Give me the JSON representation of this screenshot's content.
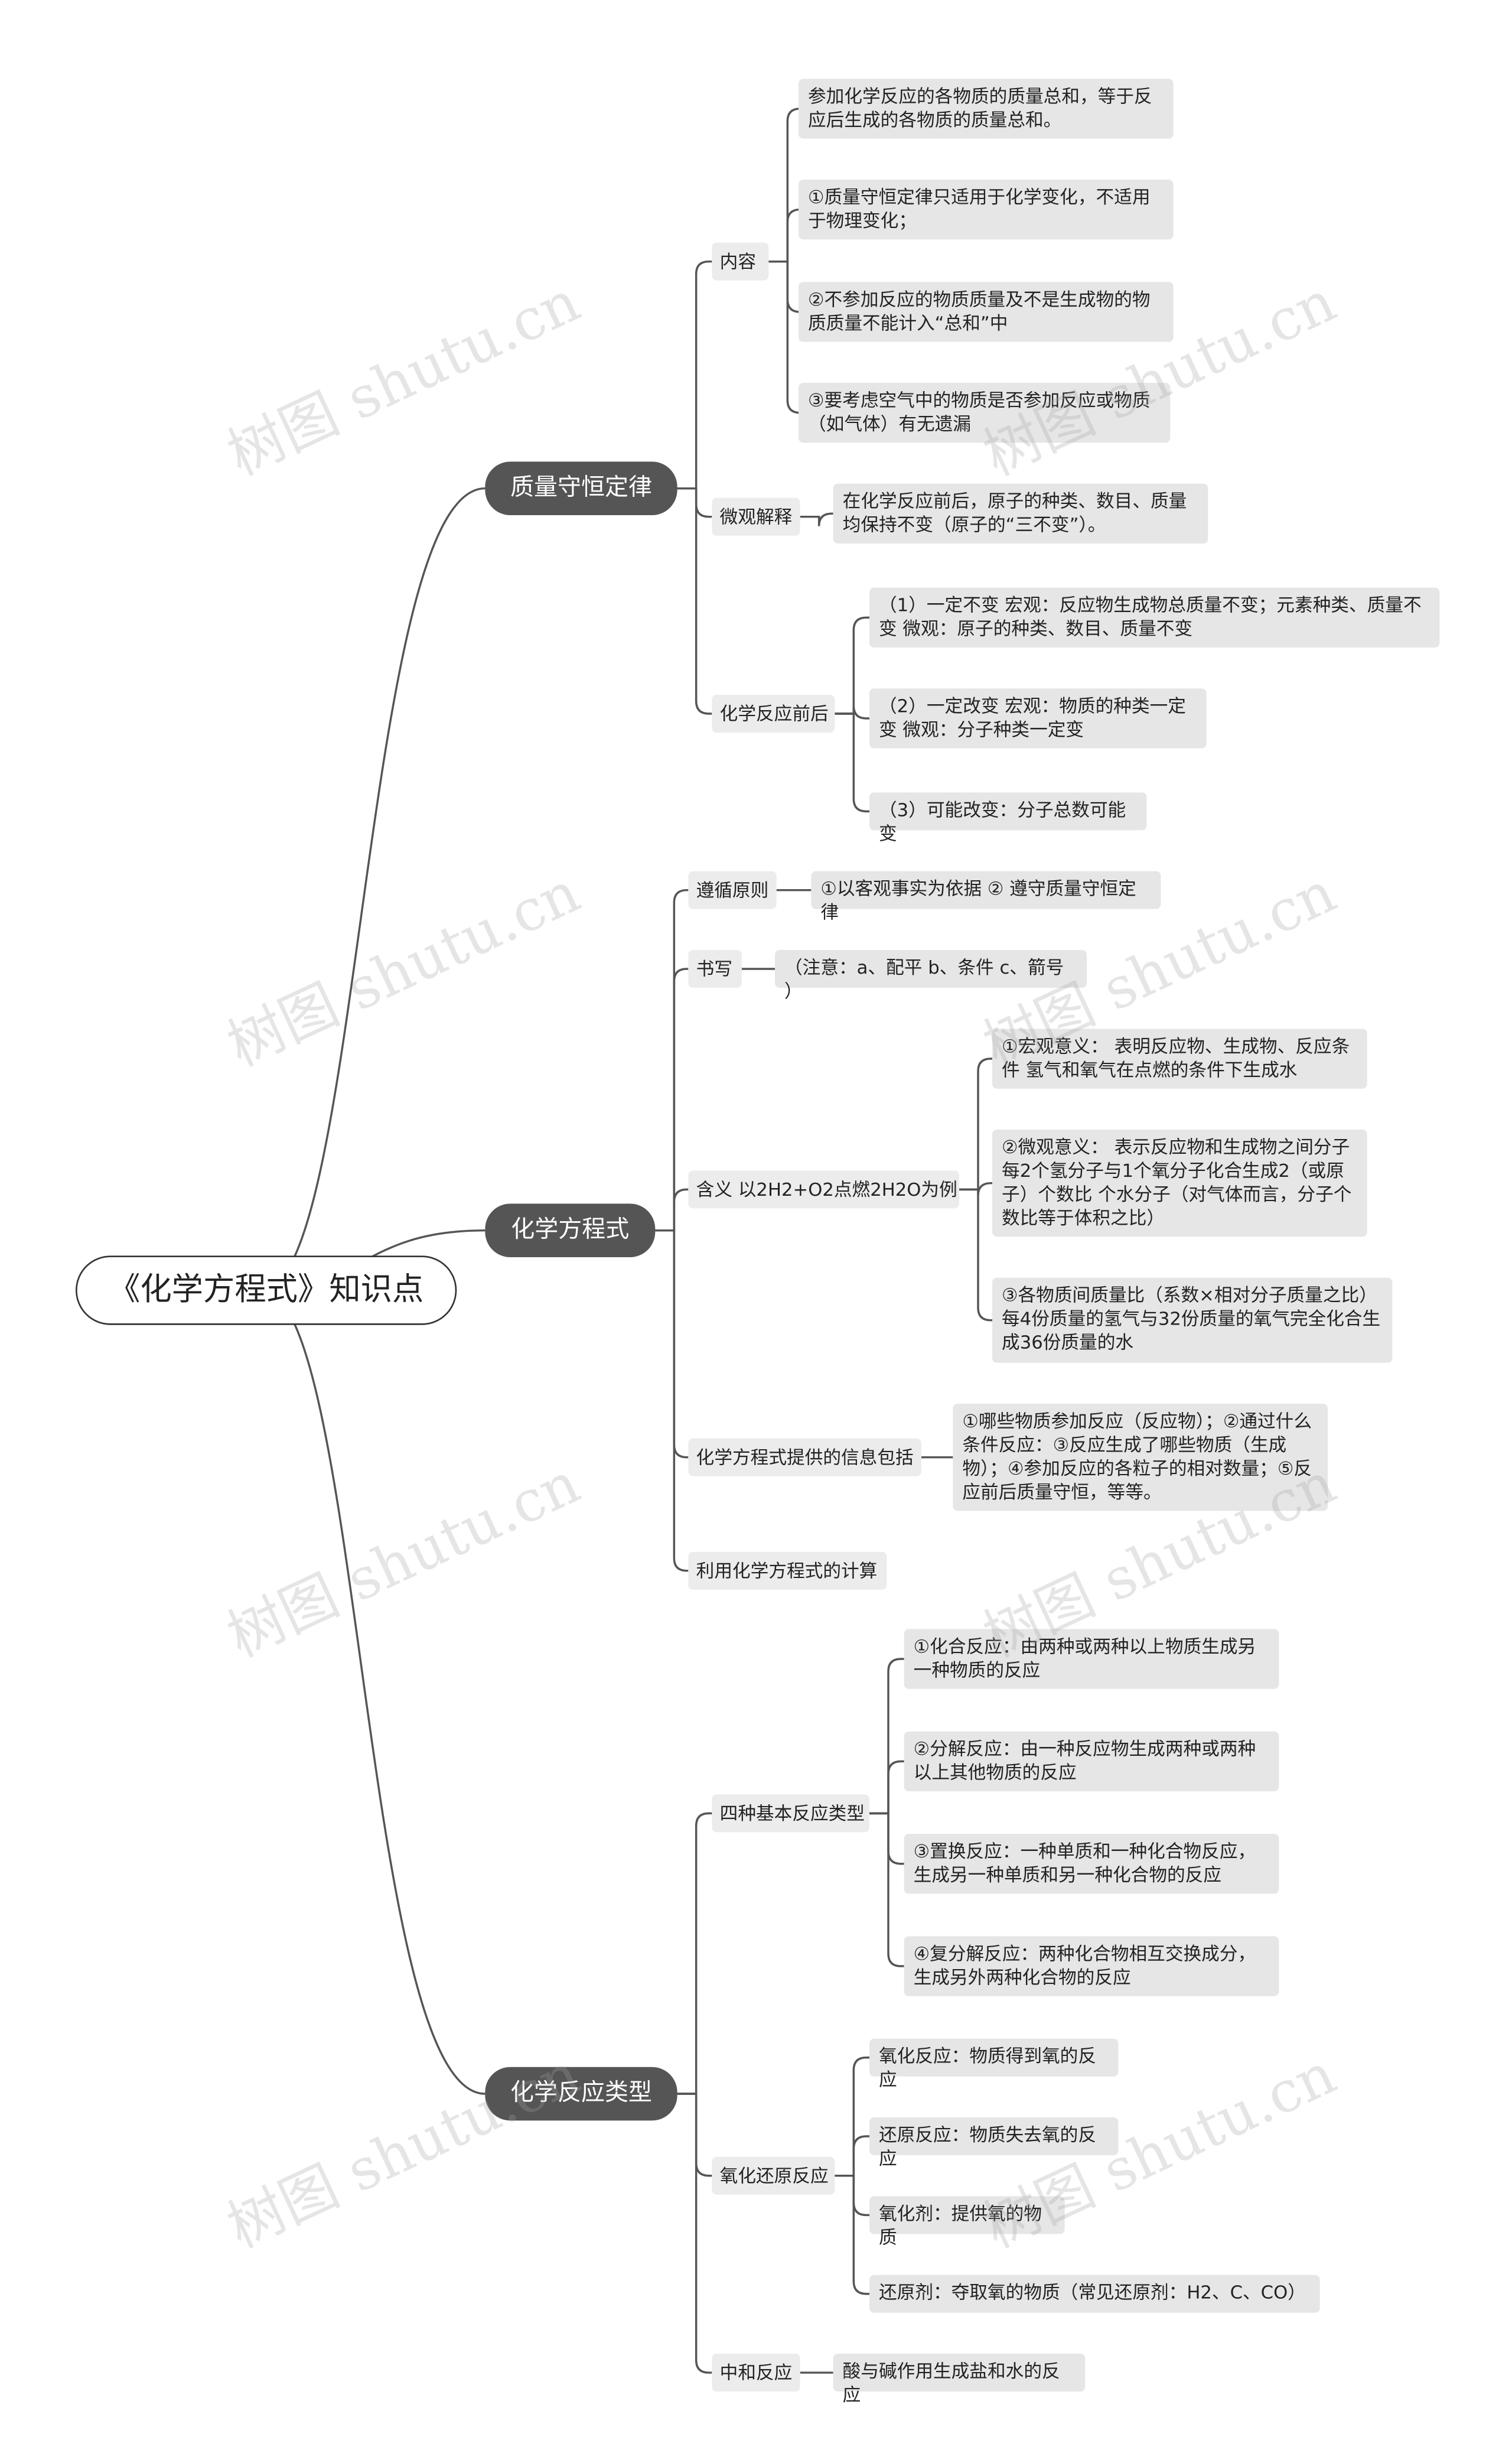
{
  "root": "《化学方程式》知识点",
  "branches": [
    {
      "label": "质量守恒定律",
      "children": [
        {
          "label": "内容",
          "leaves": [
            "参加化学反应的各物质的质量总和，等于反应后生成的各物质的质量总和。",
            "①质量守恒定律只适用于化学变化，不适用于物理变化；",
            "②不参加反应的物质质量及不是生成物的物质质量不能计入“总和”中",
            "③要考虑空气中的物质是否参加反应或物质（如气体）有无遗漏"
          ]
        },
        {
          "label": "微观解释",
          "leaves": [
            "在化学反应前后，原子的种类、数目、质量均保持不变（原子的“三不变”）。"
          ]
        },
        {
          "label": "化学反应前后",
          "leaves": [
            "（1）一定不变 宏观：反应物生成物总质量不变；元素种类、质量不变 微观：原子的种类、数目、质量不变",
            "（2）一定改变 宏观：物质的种类一定变 微观：分子种类一定变",
            "（3）可能改变：分子总数可能变"
          ]
        }
      ]
    },
    {
      "label": "化学方程式",
      "children": [
        {
          "label": "遵循原则",
          "leaves": [
            "①以客观事实为依据 ② 遵守质量守恒定律"
          ]
        },
        {
          "label": "书写",
          "leaves": [
            "（注意：a、配平 b、条件 c、箭号 ）"
          ]
        },
        {
          "label": "含义 以2H2+O2点燃2H2O为例",
          "leaves": [
            "①宏观意义： 表明反应物、生成物、反应条件 氢气和氧气在点燃的条件下生成水",
            "②微观意义： 表示反应物和生成物之间分子 每2个氢分子与1个氧分子化合生成2（或原子）个数比 个水分子（对气体而言，分子个数比等于体积之比）",
            "③各物质间质量比（系数×相对分子质量之比） 每4份质量的氢气与32份质量的氧气完全化合生成36份质量的水"
          ]
        },
        {
          "label": "化学方程式提供的信息包括",
          "leaves": [
            "①哪些物质参加反应（反应物）；②通过什么条件反应：③反应生成了哪些物质（生成物）；④参加反应的各粒子的相对数量；⑤反应前后质量守恒，等等。"
          ]
        },
        {
          "label": "利用化学方程式的计算",
          "leaves": []
        }
      ]
    },
    {
      "label": "化学反应类型",
      "children": [
        {
          "label": "四种基本反应类型",
          "leaves": [
            "①化合反应：由两种或两种以上物质生成另一种物质的反应",
            "②分解反应：由一种反应物生成两种或两种以上其他物质的反应",
            "③置换反应：一种单质和一种化合物反应，生成另一种单质和另一种化合物的反应",
            "④复分解反应：两种化合物相互交换成分，生成另外两种化合物的反应"
          ]
        },
        {
          "label": "氧化还原反应",
          "leaves": [
            "氧化反应：物质得到氧的反应",
            "还原反应：物质失去氧的反应",
            "氧化剂：提供氧的物质",
            "还原剂：夺取氧的物质（常见还原剂：H2、C、CO）"
          ]
        },
        {
          "label": "中和反应",
          "leaves": [
            "酸与碱作用生成盐和水的反应"
          ]
        }
      ]
    }
  ],
  "watermark": "树图 shutu.cn",
  "colors": {
    "main_node": "#555555",
    "sub_node": "#ececec",
    "leaf_node": "#e6e6e6",
    "line": "#555555"
  }
}
